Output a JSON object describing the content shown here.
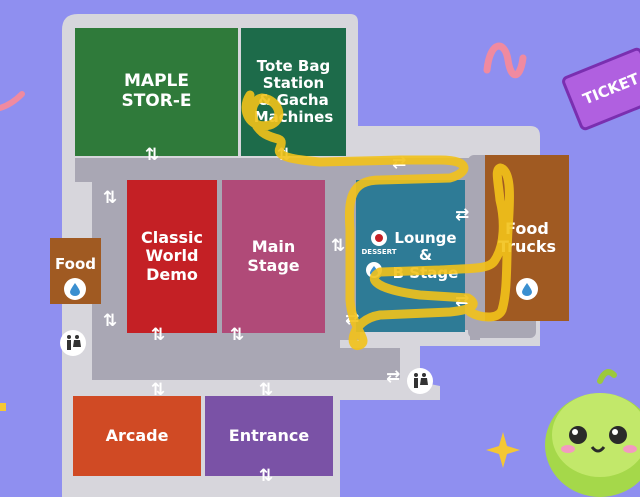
{
  "zones": {
    "maple_store": "MAPLE\nSTOR-E",
    "tote_bag": "Tote Bag\nStation\n& Gacha\nMachines",
    "classic_world": "Classic\nWorld\nDemo",
    "main_stage": "Main\nStage",
    "lounge": "Lounge\n&\nB Stage",
    "food_trucks": "Food\nTrucks",
    "food_left": "Food",
    "arcade": "Arcade",
    "entrance": "Entrance"
  },
  "badges": {
    "dessert": "DESSERT",
    "ticket": "TICKET"
  },
  "colors": {
    "background": "#8f8ff0",
    "floor": "#d7d6dc",
    "walkway": "#a9a7b4",
    "maple_store": "#2f7a3a",
    "tote_bag": "#1d6b4a",
    "classic_world": "#c42025",
    "main_stage": "#b04a78",
    "lounge": "#2e7b96",
    "food": "#a05a22",
    "arcade": "#d04a24",
    "entrance": "#7a52a6",
    "path_highlight": "#f2c21a"
  },
  "icons": [
    "updown-arrow-icon",
    "leftright-arrow-icon",
    "restroom-icon",
    "water-drop-icon",
    "dessert-icon",
    "ticket-icon",
    "slime-mascot-icon",
    "sparkle-icon"
  ]
}
